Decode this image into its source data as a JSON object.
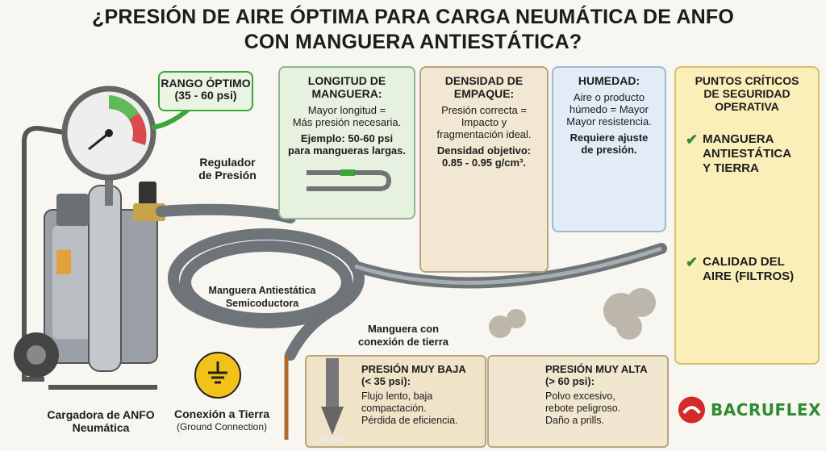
{
  "title": {
    "line1": "¿PRESIÓN DE AIRE ÓPTIMA PARA CARGA NEUMÁTICA DE ANFO",
    "line2": "CON MANGUERA ANTIESTÁTICA?"
  },
  "gauge_callout": {
    "line1": "RANGO ÓPTIMO",
    "line2": "(35 - 60 psi)"
  },
  "labels": {
    "regulator": "Regulador\nde Presión",
    "hose": "Manguera Antiestática\nSemicoductora",
    "hose_ground": "Manguera con\nconexión de tierra",
    "loader": "Cargadora de ANFO\nNeumática",
    "ground_title": "Conexión a Tierra",
    "ground_sub": "(Ground Connection)"
  },
  "length_box": {
    "heading": "LONGITUD DE\nMANGUERA:",
    "text1": "Mayor longitud =\nMás presión necesaria.",
    "text2": "Ejemplo: 50-60 psi\npara mangueras largas."
  },
  "density_box": {
    "heading": "DENSIDAD DE\nEMPAQUE:",
    "text1": "Presión correcta =\nImpacto y\nfragmentación ideal.",
    "text2": "Densidad objetivo:\n0.85 - 0.95 g/cm³."
  },
  "humidity_box": {
    "heading": "HUMEDAD:",
    "text1": "Aire o producto\nhúmedo = Mayor\nMayor resistencia.",
    "text2": "Requiere ajuste\nde presión."
  },
  "safety_box": {
    "heading": "PUNTOS CRÍTICOS\nDE SEGURIDAD\nOPERATIVA",
    "item1": "MANGUERA\nANTIESTÁTICA\nY TIERRA",
    "item2": "CALIDAD DEL\nAIRE (FILTROS)"
  },
  "low_pressure": {
    "heading": "PRESIÓN MUY BAJA\n(< 35 psi):",
    "text": "Flujo lento, baja\ncompactación.\nPérdida de eficiencia."
  },
  "high_pressure": {
    "heading": "PRESIÓN MUY ALTA\n(> 60 psi):",
    "text": "Polvo excesivo,\nrebote peligroso.\nDaño a prills."
  },
  "brand": {
    "name": "BACRUFLEX"
  },
  "colors": {
    "green_zone": "#3aa63a",
    "red_zone": "#d93a3a",
    "brand_red": "#d42a2a",
    "brand_green": "#2e8b2e",
    "warning_yellow": "#f2c21a"
  },
  "icons": [
    "pressure-gauge-icon",
    "regulator-icon",
    "hose-icon",
    "drill-icon",
    "water-drop-icon",
    "filter-icon",
    "warning-electric-icon",
    "ground-symbol-icon",
    "check-icon",
    "dust-cloud-icon"
  ]
}
